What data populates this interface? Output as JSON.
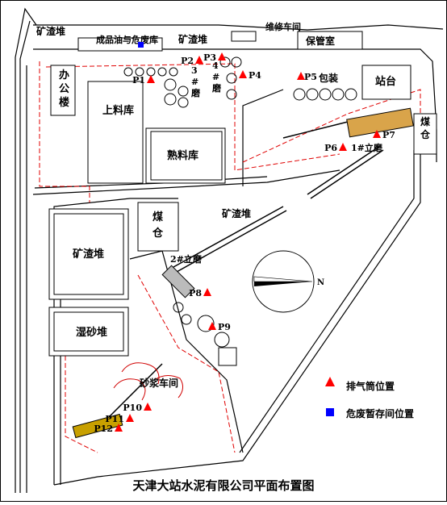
{
  "title": "天津大站水泥有限公司平面布置图",
  "areas": {
    "slag_top_left": "矿渣堆",
    "fuel_store": "成品油与危废库",
    "slag_top_mid": "矿渣堆",
    "maintenance": "维修车间",
    "security": "保管室",
    "office": "办公楼",
    "raw_store": "上料库",
    "clinker_store": "熟料库",
    "packing": "包装",
    "station": "站台",
    "coal_right": "煤仓",
    "coal_mid": "煤仓",
    "slag_mid": "矿渣堆",
    "slag_left": "矿渣堆",
    "wet_sand": "湿砂堆",
    "mortar_workshop": "砂浆车间",
    "mill_1": "1#立磨",
    "mill_2": "2#立磨",
    "mill_3": "3#磨",
    "mill_4": "4#磨"
  },
  "points": [
    {
      "id": "P1"
    },
    {
      "id": "P2"
    },
    {
      "id": "P3"
    },
    {
      "id": "P4"
    },
    {
      "id": "P5"
    },
    {
      "id": "P6"
    },
    {
      "id": "P7"
    },
    {
      "id": "P8"
    },
    {
      "id": "P9"
    },
    {
      "id": "P10"
    },
    {
      "id": "P11"
    },
    {
      "id": "P12"
    }
  ],
  "legend": {
    "exhaust_label": "排气筒位置",
    "hazwaste_label": "危废暂存间位置",
    "exhaust_color": "#ff0000",
    "hazwaste_color": "#0000ff"
  },
  "compass": {
    "north": "N"
  }
}
